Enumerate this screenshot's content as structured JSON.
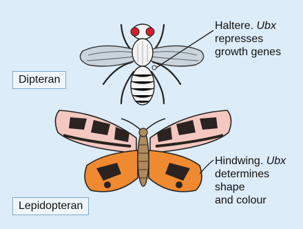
{
  "labels": {
    "dipteran": "Dipteran",
    "lepidopteran": "Lepidopteran"
  },
  "captions": {
    "haltere": {
      "lead": "Haltere.",
      "gene": "Ubx",
      "line2": "represses",
      "line3": "growth genes"
    },
    "hindwing": {
      "lead": "Hindwing.",
      "gene": "Ubx",
      "line2": "determines",
      "line3": "shape",
      "line4": "and colour"
    }
  },
  "colors": {
    "background": "#dcecf8",
    "fly_wing": "#c9d4dc",
    "fly_eye": "#d0202a",
    "moth_forewing": "#f4c8c0",
    "moth_hindwing": "#f08a30",
    "moth_dark": "#2a2320"
  }
}
